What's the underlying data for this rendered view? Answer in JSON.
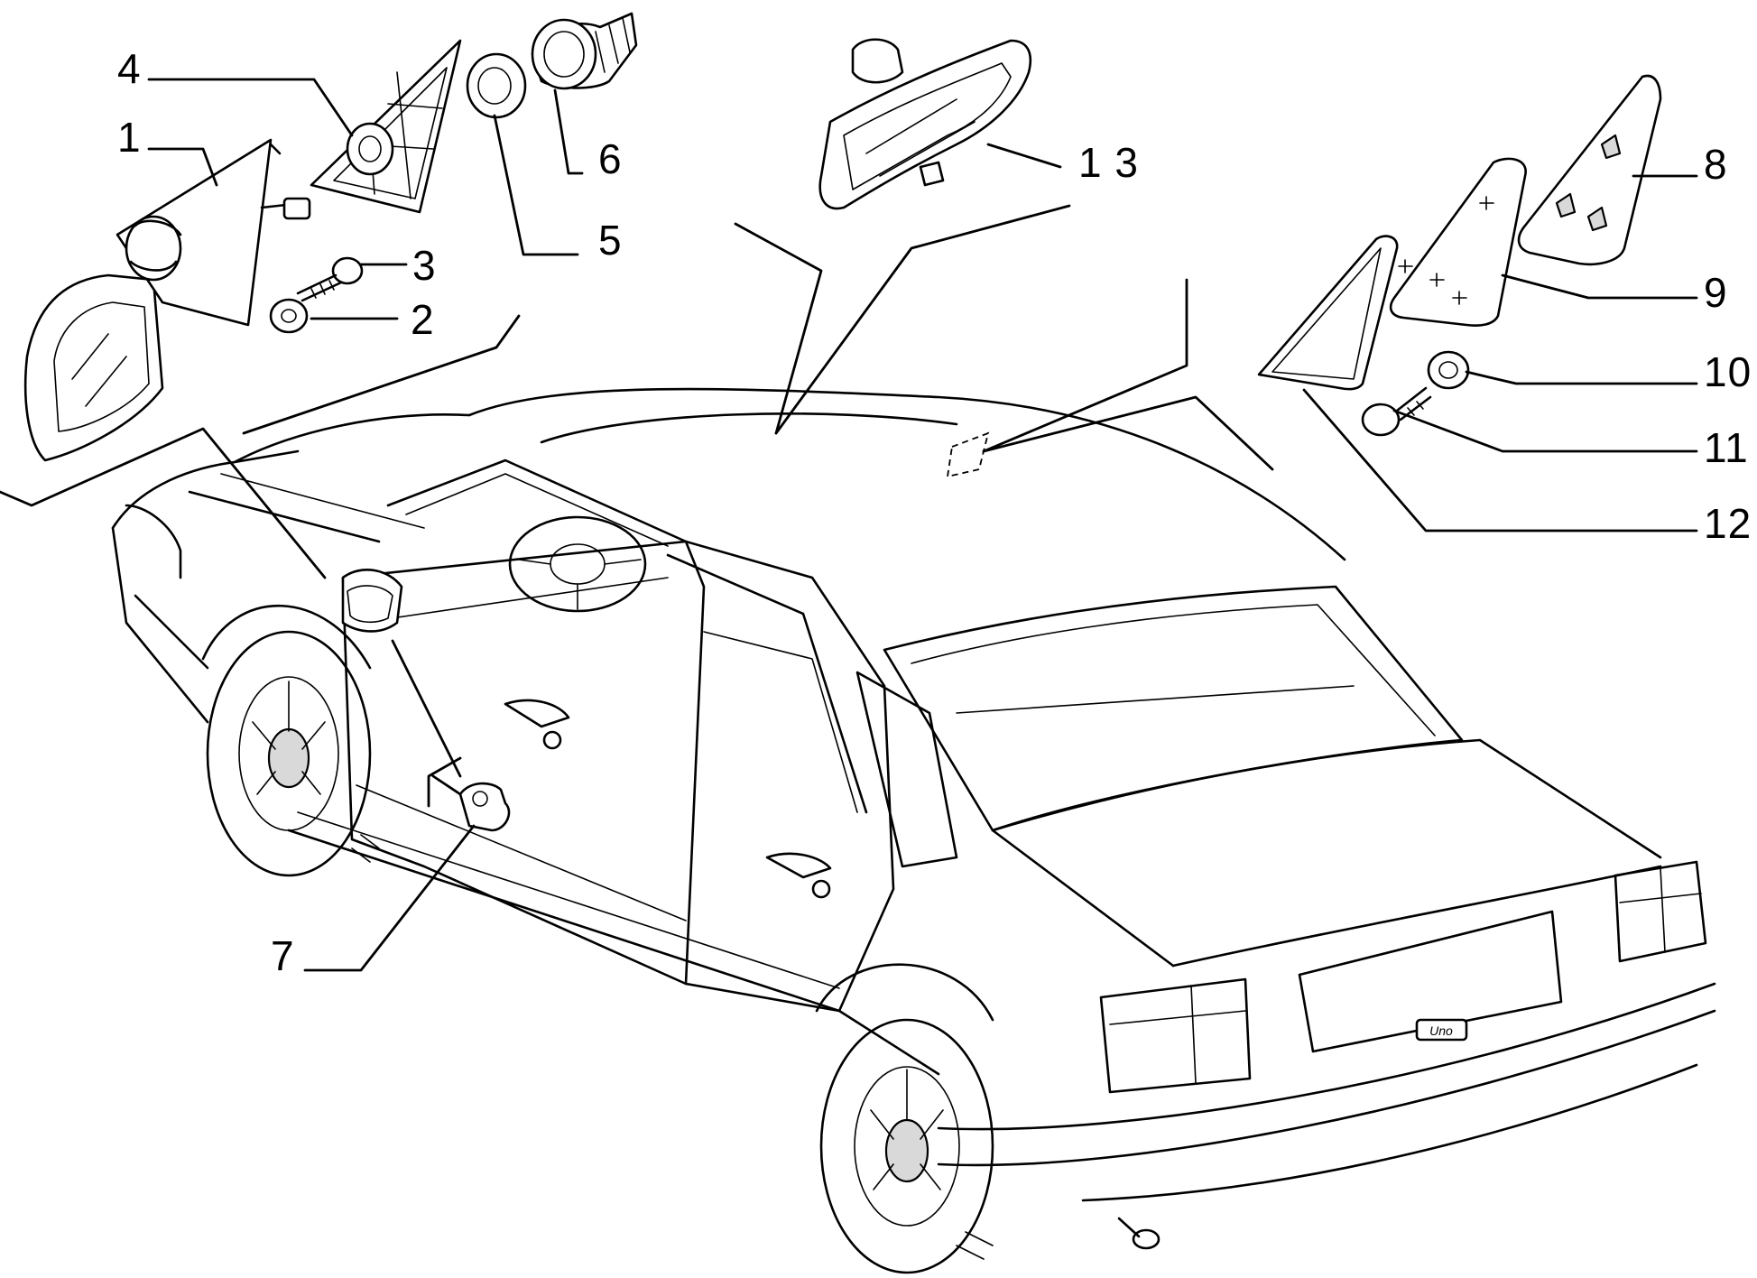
{
  "callouts": {
    "c1": "1",
    "c2": "2",
    "c3": "3",
    "c4": "4",
    "c5": "5",
    "c6": "6",
    "c7": "7",
    "c8": "8",
    "c9": "9",
    "c10": "10",
    "c11": "11",
    "c12": "12",
    "c13": "1 3"
  },
  "rear_badge": "Uno"
}
